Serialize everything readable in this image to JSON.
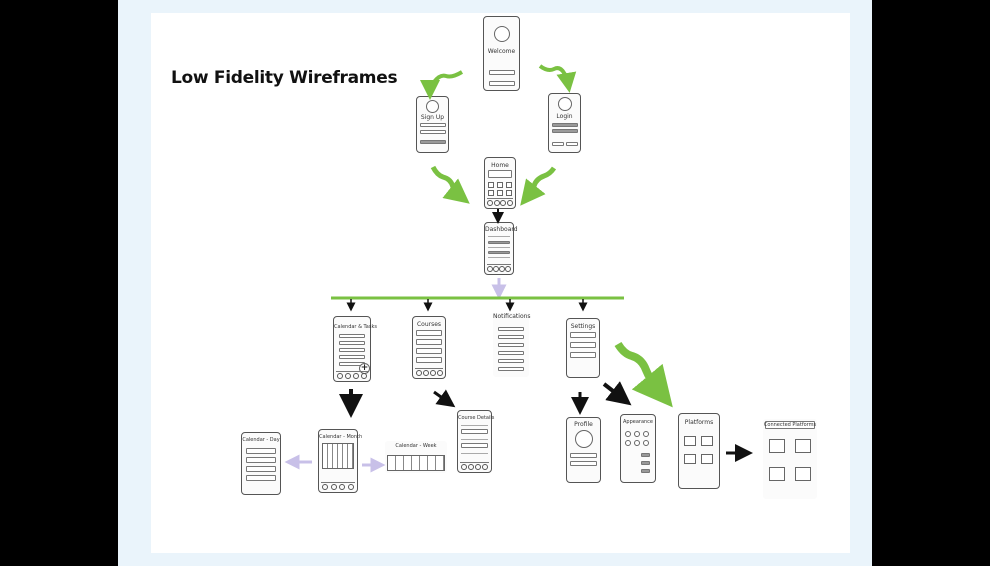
{
  "title": "Low Fidelity Wireframes",
  "accent_color": "#7ac142",
  "screens": {
    "welcome": "Welcome",
    "sign_up": "Sign Up",
    "login": "Login",
    "home": "Home",
    "dashboard": "Dashboard",
    "calendar_tasks": "Calendar & Tasks",
    "courses": "Courses",
    "notifications": "Notifications",
    "settings": "Settings",
    "calendar_day": "Calendar - Day",
    "calendar_month": "Calendar - Month",
    "calendar_week": "Calendar - Week",
    "course_details": "Course Details",
    "profile": "Profile",
    "appearance": "Appearance",
    "platforms": "Platforms",
    "connected_platforms": "Connected Platforms"
  }
}
